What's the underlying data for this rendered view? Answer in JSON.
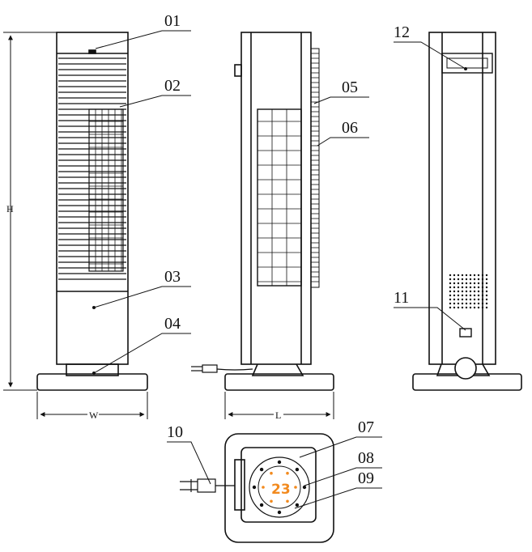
{
  "callouts": [
    {
      "id": "01",
      "text": "01"
    },
    {
      "id": "02",
      "text": "02"
    },
    {
      "id": "03",
      "text": "03"
    },
    {
      "id": "04",
      "text": "04"
    },
    {
      "id": "05",
      "text": "05"
    },
    {
      "id": "06",
      "text": "06"
    },
    {
      "id": "07",
      "text": "07"
    },
    {
      "id": "08",
      "text": "08"
    },
    {
      "id": "09",
      "text": "09"
    },
    {
      "id": "10",
      "text": "10"
    },
    {
      "id": "11",
      "text": "11"
    },
    {
      "id": "12",
      "text": "12"
    }
  ],
  "dimensions": {
    "height": "H",
    "width": "W",
    "length": "L"
  },
  "display": {
    "temperature": "23"
  },
  "colors": {
    "line": "#111111",
    "display": "#f28a1e"
  }
}
